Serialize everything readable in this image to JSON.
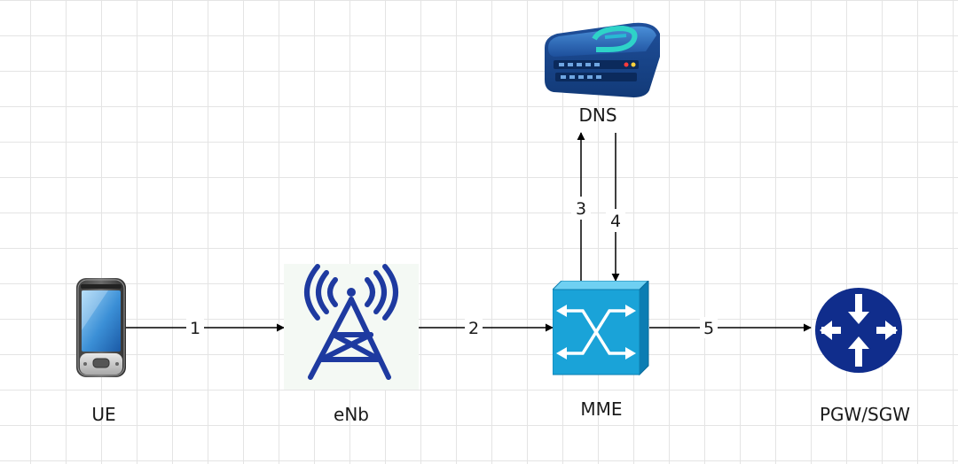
{
  "diagram": {
    "nodes": {
      "ue": {
        "label": "UE",
        "icon": "mobile-phone-icon"
      },
      "enb": {
        "label": "eNb",
        "icon": "cell-tower-icon"
      },
      "mme": {
        "label": "MME",
        "icon": "switch-icon"
      },
      "dns": {
        "label": "DNS",
        "icon": "server-icon"
      },
      "pgw": {
        "label": "PGW/SGW",
        "icon": "router-icon"
      }
    },
    "edges": [
      {
        "id": "e1",
        "from": "UE",
        "to": "eNb",
        "label": "1"
      },
      {
        "id": "e2",
        "from": "eNb",
        "to": "MME",
        "label": "2"
      },
      {
        "id": "e3",
        "from": "MME",
        "to": "DNS",
        "label": "3"
      },
      {
        "id": "e4",
        "from": "DNS",
        "to": "MME",
        "label": "4"
      },
      {
        "id": "e5",
        "from": "MME",
        "to": "PGW/SGW",
        "label": "5"
      }
    ],
    "colors": {
      "edge": "#000000",
      "tower": "#1e3aa0",
      "switch": "#1aa3d8",
      "router": "#102d8c",
      "server": "#1f4f9a"
    }
  }
}
